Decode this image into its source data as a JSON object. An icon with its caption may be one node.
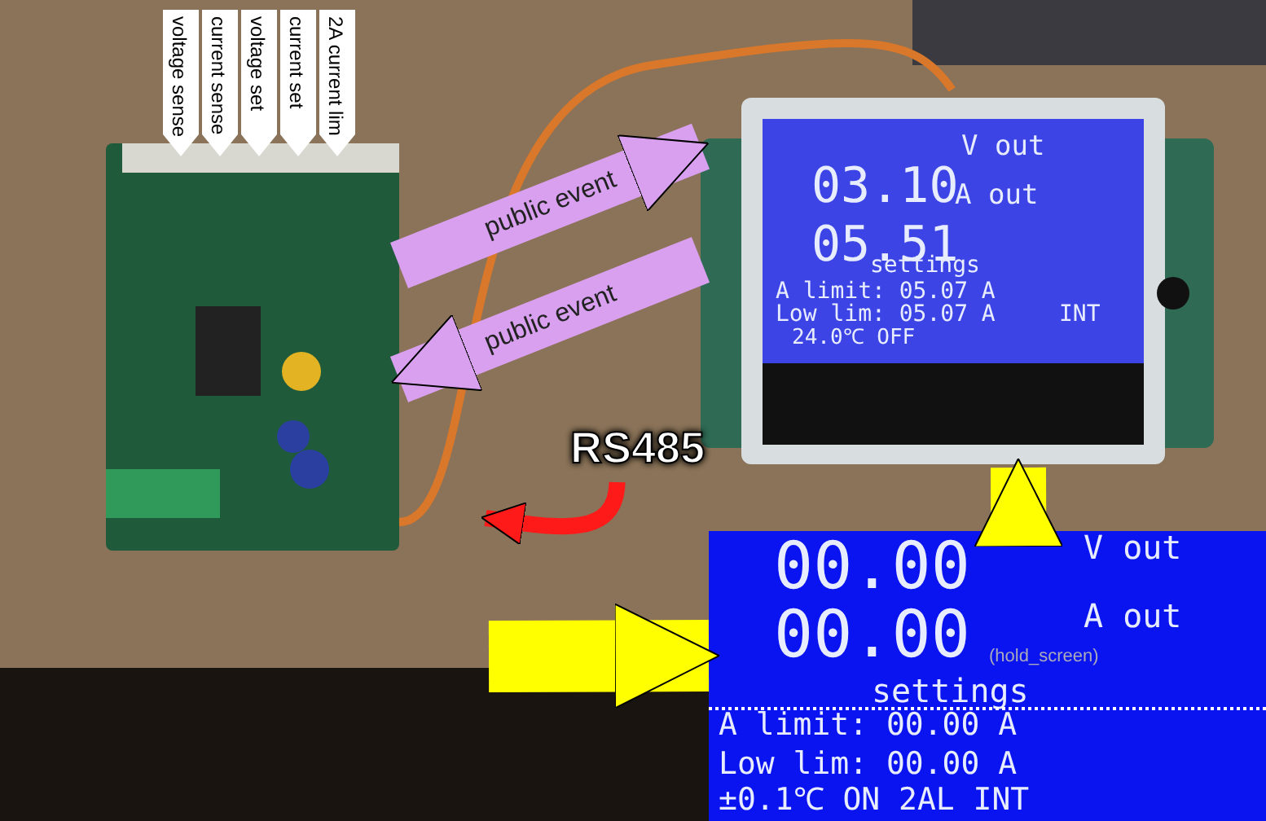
{
  "diagram": {
    "nodes": [
      {
        "text": [],
        "shape": "picture"
      },
      {
        "text": [],
        "shape": "picture"
      },
      {
        "text": [
          "00.00",
          "V out",
          "00.00",
          "A out",
          "(hold_screen)",
          "settings",
          "A limit:  00.00 A",
          "Low lim:  00.00 A",
          "±0.1℃ ON 2AL INT"
        ]
      },
      {
        "text": [
          "RS485"
        ]
      },
      {
        "text": [
          "voltage sense"
        ]
      },
      {
        "text": [
          "current sense"
        ]
      },
      {
        "text": [
          "voltage set"
        ]
      },
      {
        "text": [
          "current set"
        ]
      },
      {
        "text": [
          "2A current lim"
        ]
      }
    ],
    "edges": [
      {
        "from": 0,
        "to": 1,
        "arrow": "none",
        "color": "#d9772b"
      },
      {
        "from": 0,
        "to": 1,
        "label": "public event",
        "arrow": "to",
        "color": "#d9a0f0"
      },
      {
        "from": 1,
        "to": 0,
        "label": "public event",
        "arrow": "to",
        "color": "#d9a0f0"
      },
      {
        "from": 3,
        "to": null,
        "arrow": "to",
        "color": "#ff1a1a"
      },
      {
        "from": null,
        "to": 2,
        "arrow": "to",
        "color": "#ffff00"
      },
      {
        "from": 2,
        "to": 1,
        "arrow": "to",
        "color": "#ffff00"
      }
    ],
    "labels": [
      "03.10",
      "V out",
      "05.51",
      "A out",
      "settings",
      "A limit:  05.07 A",
      "Low lim:  05.07 A",
      "24.0℃ OFF",
      "INT"
    ]
  }
}
